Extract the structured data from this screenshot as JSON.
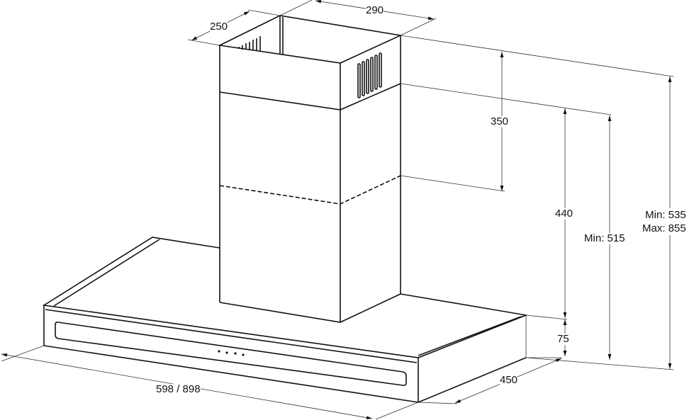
{
  "title": "Cooker hood dimension drawing",
  "dimensions": {
    "chimney_depth": "250",
    "chimney_width": "290",
    "upper_chimney": "350",
    "lower_chimney": "440",
    "canopy_height": "75",
    "min_height_lower": "Min: 515",
    "min_height_total": "Min: 535",
    "max_height_total": "Max: 855",
    "canopy_depth": "450",
    "canopy_width": "598 / 898"
  },
  "colors": {
    "line": "#111111",
    "background": "#ffffff"
  }
}
